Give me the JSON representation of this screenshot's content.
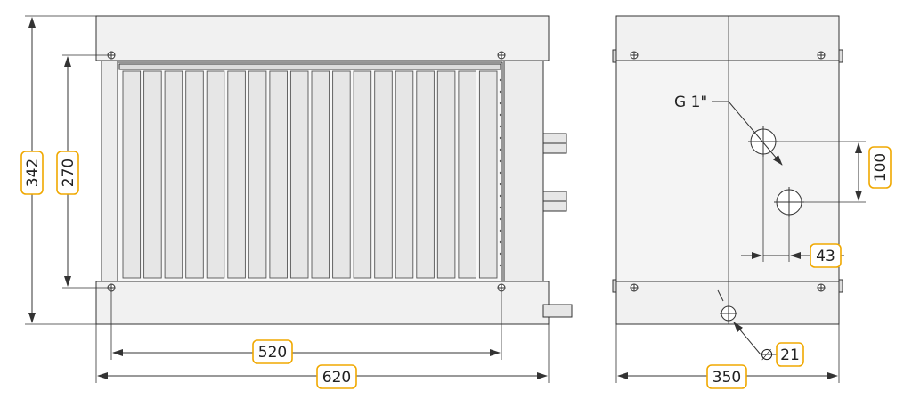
{
  "dimensions": {
    "height_total": "342",
    "height_coil": "270",
    "width_mount": "520",
    "width_total": "620",
    "depth": "350",
    "pipe_spacing": "100",
    "pipe_offset": "43",
    "drain_diameter": "21"
  },
  "annotations": {
    "thread": "G 1\"",
    "diameter_symbol": "∅"
  },
  "colors": {
    "label_border": "#f0a800",
    "line": "#333333",
    "housing_fill": "#f1f1f1",
    "fin_fill": "#e3e3e3"
  }
}
